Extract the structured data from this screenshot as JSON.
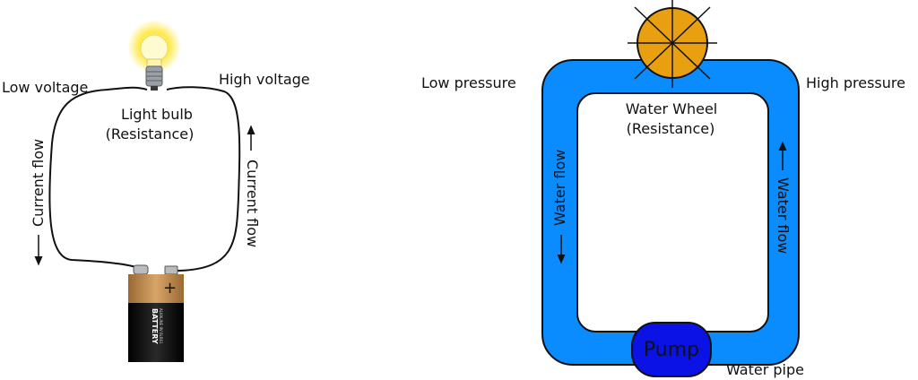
{
  "circuit": {
    "low_voltage": "Low voltage",
    "high_voltage": "High voltage",
    "bulb_line1": "Light bulb",
    "bulb_line2": "(Resistance)",
    "current_flow_left": "Current flow",
    "current_flow_right": "Current flow",
    "battery_label": "BATTERY",
    "battery_sub": "ALKALINE 9V 6LR61",
    "battery_plus": "+"
  },
  "water": {
    "low_pressure": "Low pressure",
    "high_pressure": "High pressure",
    "wheel_line1": "Water Wheel",
    "wheel_line2": "(Resistance)",
    "water_flow_left": "Water flow",
    "water_flow_right": "Water flow",
    "pump": "Pump",
    "pipe": "Water pipe"
  },
  "colors": {
    "pipe": "#0a8cff",
    "pump": "#0a12e6",
    "wheel": "#e8a010",
    "battery_top": "#c08a4a",
    "battery_bottom": "#151515",
    "bulb_glow": "#ffe94a"
  }
}
